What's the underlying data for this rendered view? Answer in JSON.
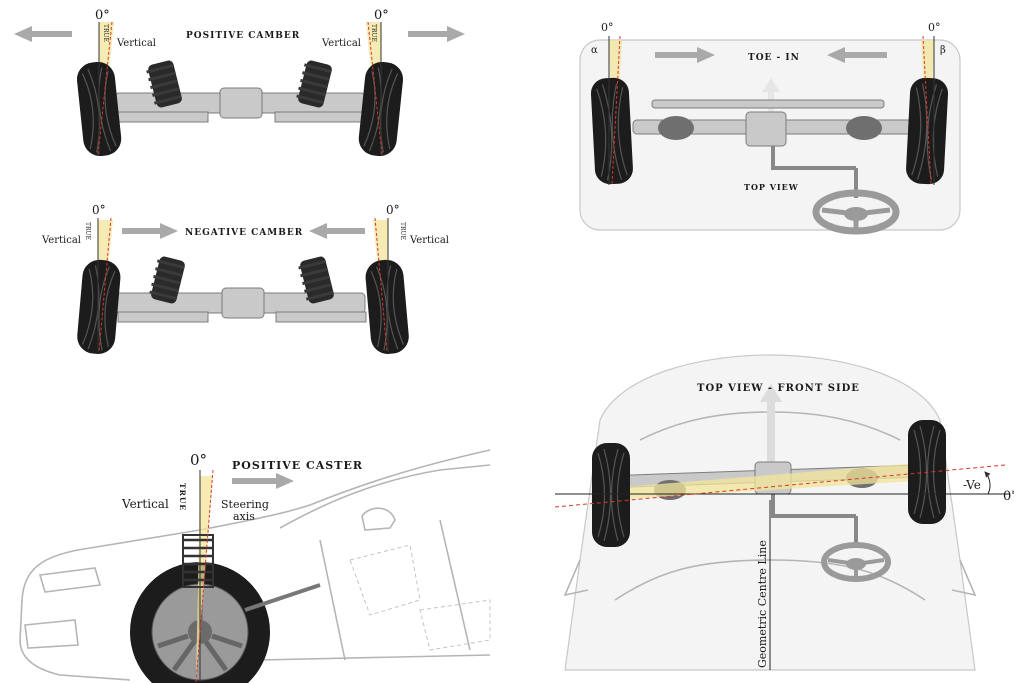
{
  "panels": {
    "positive_camber": {
      "title": "POSITIVE CAMBER",
      "left_angle": "0°",
      "right_angle": "0°",
      "left_vertical": "Vertical",
      "right_vertical": "Vertical",
      "left_true": "TRUE",
      "right_true": "TRUE"
    },
    "negative_camber": {
      "title": "NEGATIVE CAMBER",
      "left_angle": "0°",
      "right_angle": "0°",
      "left_vertical": "Vertical",
      "right_vertical": "Vertical",
      "left_true": "TRUE",
      "right_true": "TRUE"
    },
    "toe_in": {
      "title": "TOE - IN",
      "left_angle": "0°",
      "right_angle": "0°",
      "alpha": "α",
      "beta": "β",
      "view_label": "TOP VIEW"
    },
    "positive_caster": {
      "title": "POSITIVE CASTER",
      "angle": "0°",
      "vertical": "Vertical",
      "true_text": "TRUE",
      "steering_line1": "Steering",
      "steering_line2": "axis"
    },
    "thrust": {
      "title": "TOP VIEW - FRONT SIDE",
      "ve": "-Ve",
      "zero": "0'",
      "centre_line": "Geometric Centre Line"
    }
  },
  "colors": {
    "cone": "#f2e49a",
    "red_axis": "#d4392f",
    "arrow": "#a9a9a9"
  }
}
